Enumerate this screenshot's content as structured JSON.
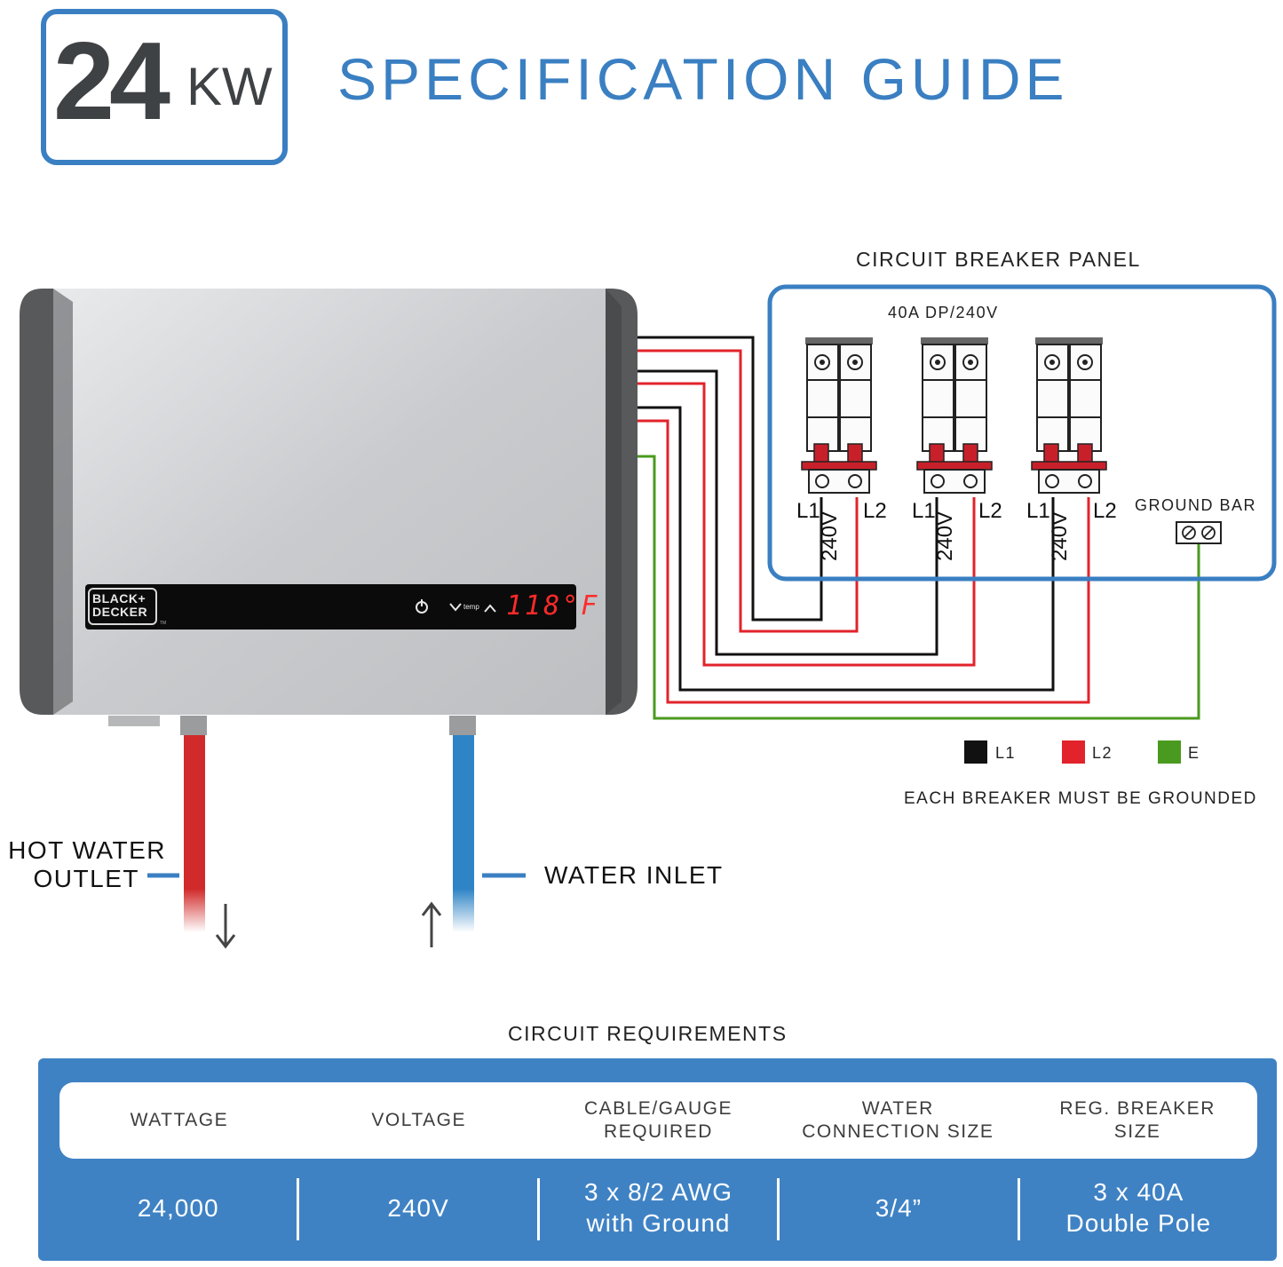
{
  "header": {
    "power_value": "24",
    "power_unit": "KW",
    "title": "SPECIFICATION GUIDE"
  },
  "heater": {
    "brand_line1": "BLACK+",
    "brand_line2": "DECKER",
    "trademark": "TM",
    "temp_label": "temp",
    "temperature": "118°F"
  },
  "panel": {
    "title": "CIRCUIT BREAKER PANEL",
    "breaker_rating": "40A DP/240V",
    "breakers": [
      {
        "l1": "L1",
        "l2": "L2",
        "voltage": "240V"
      },
      {
        "l1": "L1",
        "l2": "L2",
        "voltage": "240V"
      },
      {
        "l1": "L1",
        "l2": "L2",
        "voltage": "240V"
      }
    ],
    "ground_bar": "GROUND BAR"
  },
  "legend": {
    "items": [
      {
        "label": "L1",
        "color": "#111111"
      },
      {
        "label": "L2",
        "color": "#e2232b"
      },
      {
        "label": "E",
        "color": "#4a9a1f"
      }
    ],
    "note": "EACH BREAKER MUST BE GROUNDED"
  },
  "water": {
    "outlet_line1": "HOT WATER",
    "outlet_line2": "OUTLET",
    "inlet": "WATER INLET"
  },
  "colors": {
    "accent_blue": "#3a7fc2",
    "hot_pipe": "#d12a2a",
    "cold_pipe": "#2f84c6",
    "wire_l1": "#111111",
    "wire_l2": "#e2232b",
    "wire_ground": "#4a9a1f"
  },
  "requirements": {
    "title": "CIRCUIT REQUIREMENTS",
    "headers": [
      "WATTAGE",
      "VOLTAGE",
      "CABLE/GAUGE\nREQUIRED",
      "WATER\nCONNECTION SIZE",
      "REG. BREAKER\nSIZE"
    ],
    "values": [
      "24,000",
      "240V",
      "3 x 8/2 AWG\nwith Ground",
      "3/4”",
      "3 x 40A\nDouble Pole"
    ]
  }
}
